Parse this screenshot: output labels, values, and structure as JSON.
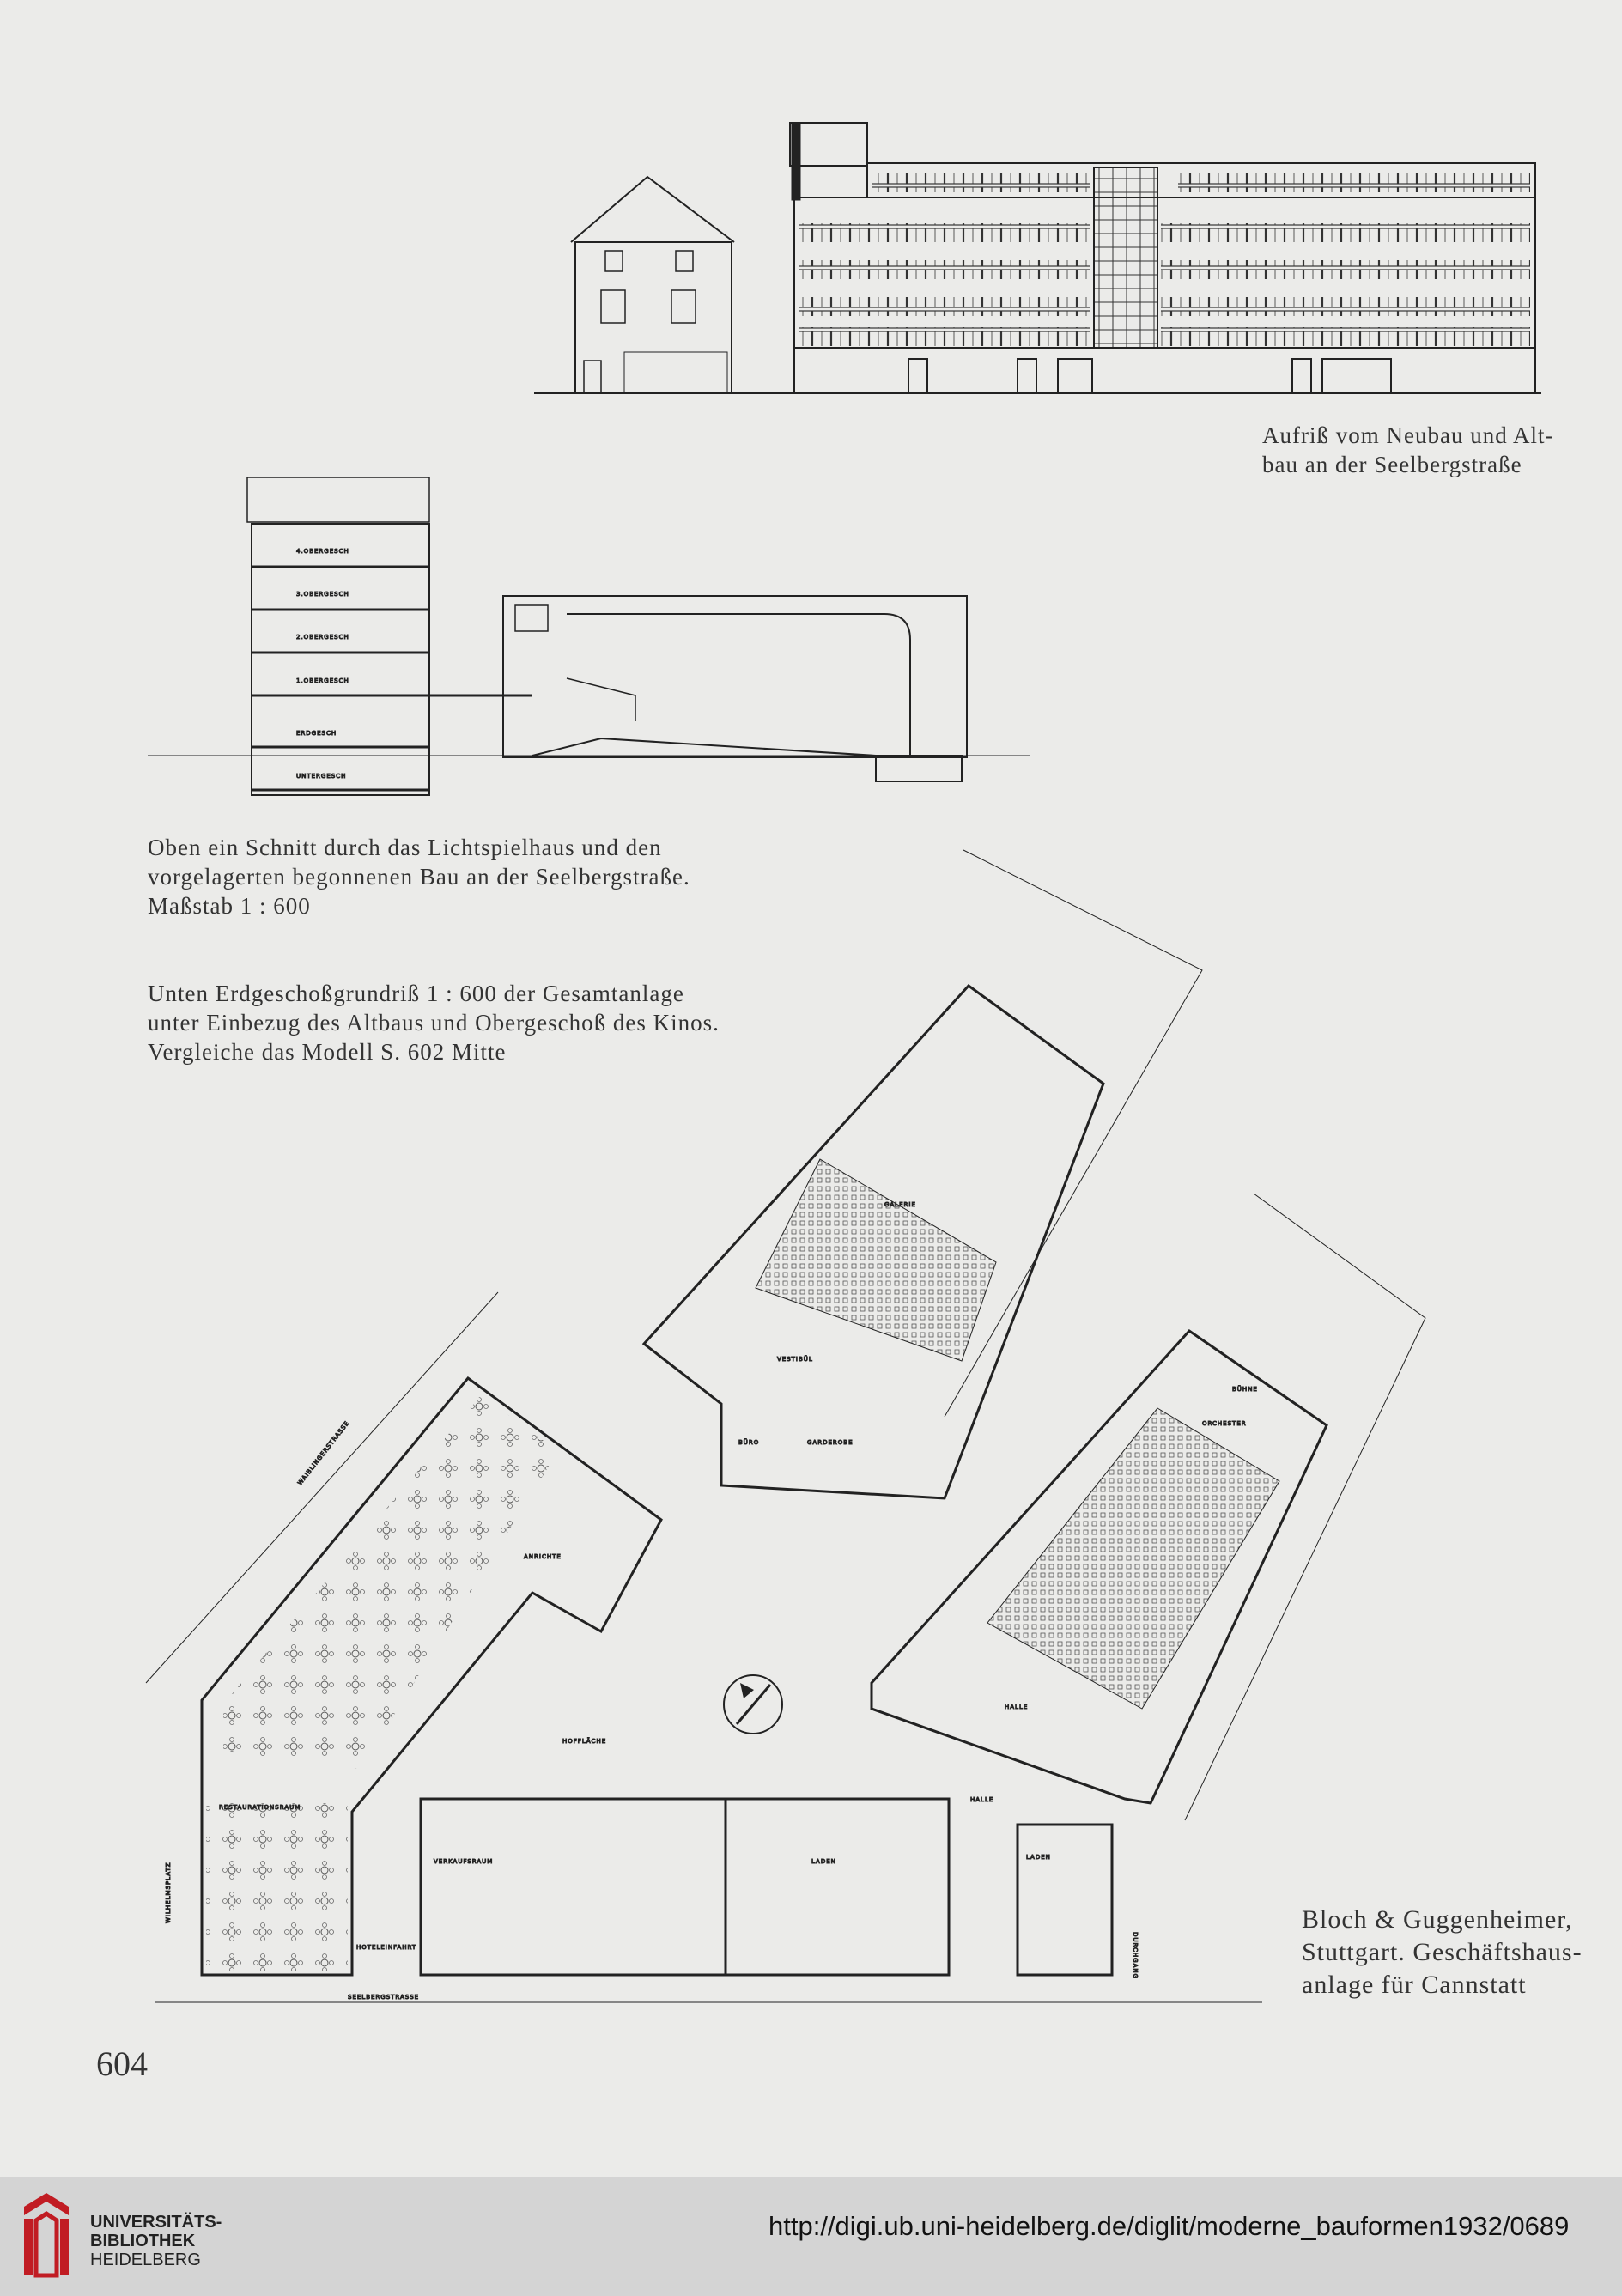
{
  "captions": {
    "elevation": [
      "Aufriß vom Neubau und Alt-",
      "bau an der Seelbergstraße"
    ],
    "section": [
      "Oben ein Schnitt durch das Lichtspielhaus und den",
      "vorgelagerten begonnenen Bau an der Seelbergstraße.",
      "Maßstab 1 : 600"
    ],
    "plan": [
      "Unten Erdgeschoßgrundriß 1 : 600 der Gesamtanlage",
      "unter Einbezug des Altbaus und Obergeschoß des Kinos.",
      "Vergleiche das Modell S. 602 Mitte"
    ],
    "credit": [
      "Bloch & Guggenheimer,",
      "Stuttgart. Geschäftshaus-",
      "anlage für Cannstatt"
    ]
  },
  "page_number": "604",
  "section_labels": [
    "4.OBERGESCH",
    "3.OBERGESCH",
    "2.OBERGESCH",
    "1.OBERGESCH",
    "ERDGESCH",
    "UNTERGESCH"
  ],
  "plan_labels": {
    "galerie": "GALERIE",
    "vestibul": "VESTIBÜL",
    "buero": "BÜRO",
    "garderobe": "GARDEROBE",
    "buehne": "BÜHNE",
    "orchester": "ORCHESTER",
    "halle1": "HALLE",
    "halle2": "HALLE",
    "hoflaeche": "HOFFLÄCHE",
    "restaurant": "RESTAURATIONSRAUM",
    "anrichte": "ANRICHTE",
    "verkaufsraum": "VERKAUFSRAUM",
    "laden1": "LADEN",
    "laden2": "LADEN",
    "hoteleinfahrt": "HOTELEINFAHRT",
    "durchgang": "DURCHGANG",
    "wilhelmsplatz": "WILHELMSPLATZ",
    "seelbergstrasse": "SEELBERGSTRASSE",
    "waiblingerstrasse": "WAIBLINGERSTRASSE"
  },
  "footer": {
    "library_line1": "UNIVERSITÄTS-",
    "library_line2": "BIBLIOTHEK",
    "library_line3": "HEIDELBERG",
    "url": "http://digi.ub.uni-heidelberg.de/diglit/moderne_bauformen1932/0689"
  }
}
